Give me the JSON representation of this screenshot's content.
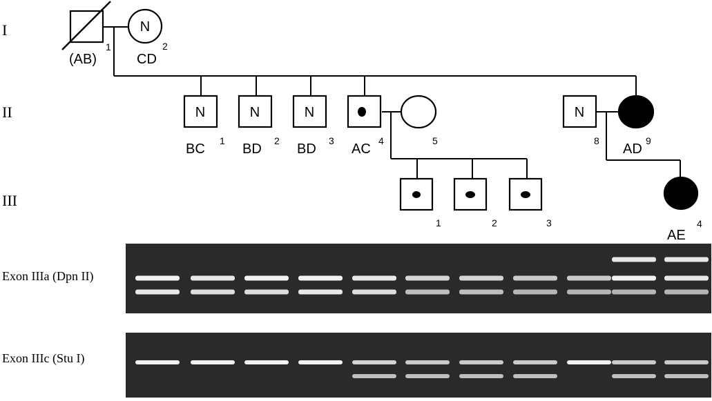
{
  "generations": [
    "I",
    "II",
    "III"
  ],
  "pedigree": {
    "gen1": [
      {
        "id": "I-1",
        "sex": "male",
        "deceased": true,
        "symbol_text": "",
        "genotype": "(AB)",
        "number": "1"
      },
      {
        "id": "I-2",
        "sex": "female",
        "symbol_text": "N",
        "genotype": "CD",
        "number": "2"
      }
    ],
    "gen2": [
      {
        "id": "II-1",
        "sex": "male",
        "symbol_text": "N",
        "genotype": "BC",
        "number": "1"
      },
      {
        "id": "II-2",
        "sex": "male",
        "symbol_text": "N",
        "genotype": "BD",
        "number": "2"
      },
      {
        "id": "II-3",
        "sex": "male",
        "symbol_text": "N",
        "genotype": "BD",
        "number": "3"
      },
      {
        "id": "II-4",
        "sex": "male",
        "status": "carrier",
        "symbol_text": "",
        "genotype": "AC",
        "number": "4"
      },
      {
        "id": "II-5",
        "sex": "female",
        "status": "unaffected",
        "symbol_text": "",
        "genotype": "",
        "number": "5"
      },
      {
        "id": "II-8",
        "sex": "male",
        "symbol_text": "N",
        "genotype": "",
        "number": "8"
      },
      {
        "id": "II-9",
        "sex": "female",
        "status": "affected",
        "symbol_text": "",
        "genotype": "AD",
        "number": "9"
      }
    ],
    "gen3": [
      {
        "id": "III-1",
        "sex": "male",
        "status": "carrier",
        "number": "1"
      },
      {
        "id": "III-2",
        "sex": "male",
        "status": "carrier",
        "number": "2"
      },
      {
        "id": "III-3",
        "sex": "male",
        "status": "carrier",
        "number": "3"
      },
      {
        "id": "III-4",
        "sex": "female",
        "status": "affected",
        "genotype": "AE",
        "number": "4"
      }
    ]
  },
  "gels": [
    {
      "label": "Exon IIIa (Dpn II)",
      "lanes": [
        {
          "bands": [
            1,
            2
          ],
          "intensity": [
            1.0,
            0.95
          ]
        },
        {
          "bands": [
            1,
            2
          ],
          "intensity": [
            0.95,
            0.9
          ]
        },
        {
          "bands": [
            1,
            2
          ],
          "intensity": [
            1.0,
            0.9
          ]
        },
        {
          "bands": [
            1,
            2
          ],
          "intensity": [
            1.0,
            0.95
          ]
        },
        {
          "bands": [
            1,
            2
          ],
          "intensity": [
            0.95,
            0.9
          ]
        },
        {
          "bands": [
            1,
            2
          ],
          "intensity": [
            0.85,
            0.75
          ]
        },
        {
          "bands": [
            1,
            2
          ],
          "intensity": [
            0.85,
            0.75
          ]
        },
        {
          "bands": [
            1,
            2
          ],
          "intensity": [
            0.8,
            0.7
          ]
        },
        {
          "bands": [
            1,
            2
          ],
          "intensity": [
            0.8,
            0.7
          ]
        },
        {
          "bands": [
            0,
            1,
            2
          ],
          "intensity": [
            0.95,
            1.0,
            0.7
          ]
        },
        {
          "bands": [
            0,
            1,
            2
          ],
          "intensity": [
            0.95,
            0.95,
            0.7
          ]
        }
      ]
    },
    {
      "label": "Exon IIIc (Stu I)",
      "lanes": [
        {
          "bands": [
            0
          ],
          "intensity": [
            1.0
          ]
        },
        {
          "bands": [
            0
          ],
          "intensity": [
            1.0
          ]
        },
        {
          "bands": [
            0
          ],
          "intensity": [
            1.0
          ]
        },
        {
          "bands": [
            0
          ],
          "intensity": [
            1.0
          ]
        },
        {
          "bands": [
            0,
            1
          ],
          "intensity": [
            0.85,
            0.75
          ]
        },
        {
          "bands": [
            0,
            1
          ],
          "intensity": [
            0.8,
            0.75
          ]
        },
        {
          "bands": [
            0,
            1
          ],
          "intensity": [
            0.8,
            0.75
          ]
        },
        {
          "bands": [
            0,
            1
          ],
          "intensity": [
            0.8,
            0.75
          ]
        },
        {
          "bands": [
            0
          ],
          "intensity": [
            1.0
          ]
        },
        {
          "bands": [
            0,
            1
          ],
          "intensity": [
            0.8,
            0.75
          ]
        },
        {
          "bands": [
            0,
            1
          ],
          "intensity": [
            0.8,
            0.75
          ]
        }
      ]
    }
  ],
  "colors": {
    "ink": "#000000",
    "gel_bg": "#2a2a2a",
    "band": "#f2f2f2"
  }
}
